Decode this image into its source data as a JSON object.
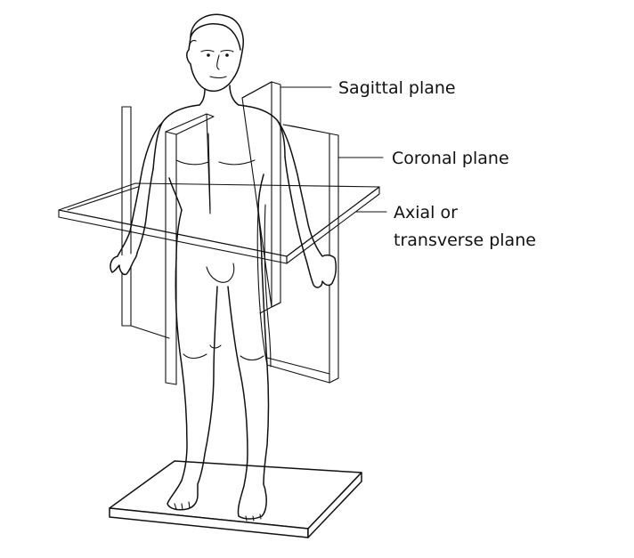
{
  "labels": {
    "sagittal": "Sagittal plane",
    "coronal": "Coronal plane",
    "axial_line1": "Axial or",
    "axial_line2": "transverse plane"
  },
  "colors": {
    "ink": "#111111",
    "background": "#ffffff"
  }
}
